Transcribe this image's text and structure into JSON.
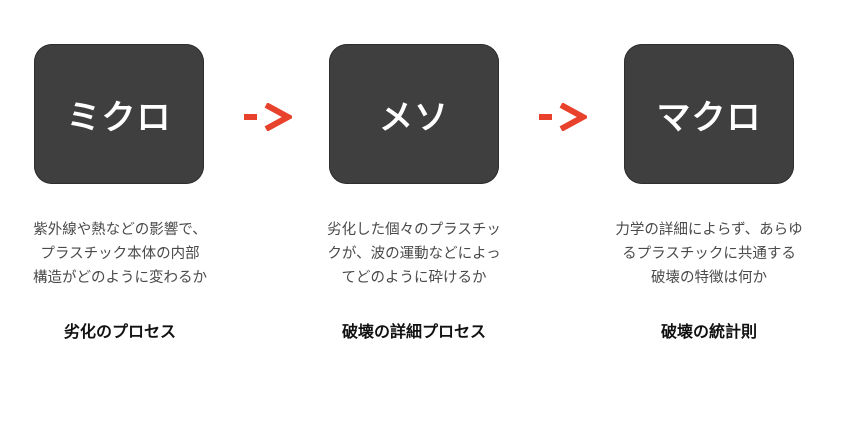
{
  "stages": [
    {
      "label": "ミクロ",
      "description": [
        "紫外線や熱などの影響で、",
        "プラスチック本体の内部",
        "構造がどのように変わるか"
      ],
      "caption": "劣化のプロセス"
    },
    {
      "label": "メソ",
      "description": [
        "劣化した個々のプラスチッ",
        "クが、波の運動などによっ",
        "てどのように砕けるか"
      ],
      "caption": "破壊の詳細プロセス"
    },
    {
      "label": "マクロ",
      "description": [
        "力学の詳細によらず、あらゆ",
        "るプラスチックに共通する",
        "破壊の特徴は何か"
      ],
      "caption": "破壊の統計則"
    }
  ],
  "colors": {
    "box": "#3f3f3f",
    "box_text": "#ffffff",
    "arrow": "#e8412c",
    "description_text": "#4a4a4a",
    "caption_text": "#111111"
  },
  "icons": {
    "arrow": "dashed-right-arrow-icon"
  }
}
